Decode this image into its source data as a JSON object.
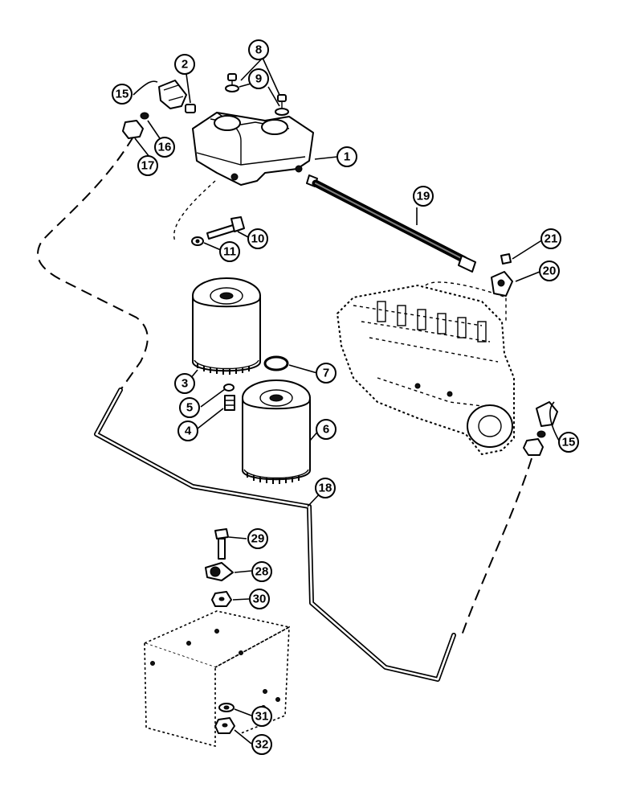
{
  "callouts": {
    "c1": "1",
    "c2": "2",
    "c3": "3",
    "c4": "4",
    "c5": "5",
    "c6": "6",
    "c7": "7",
    "c8": "8",
    "c9": "9",
    "c10": "10",
    "c11": "11",
    "c15a": "15",
    "c15b": "15",
    "c16": "16",
    "c17": "17",
    "c18": "18",
    "c19": "19",
    "c20": "20",
    "c21": "21",
    "c28": "28",
    "c29": "29",
    "c30": "30",
    "c31": "31",
    "c32": "32"
  },
  "colors": {
    "ink": "#000000",
    "paper": "#ffffff"
  }
}
